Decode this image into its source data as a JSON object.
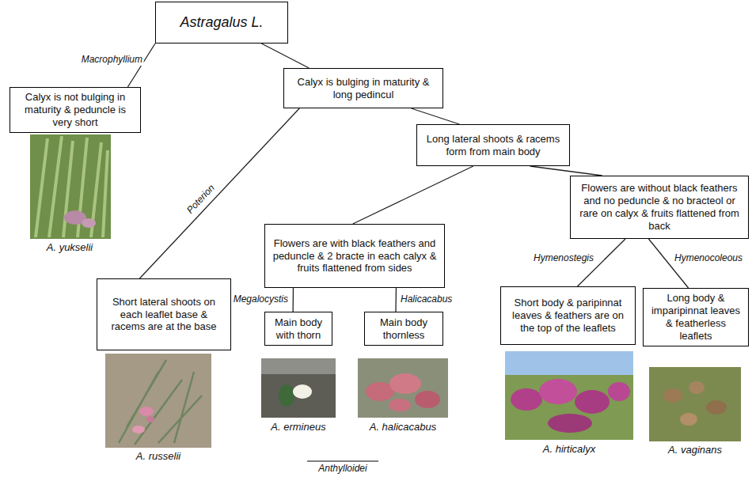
{
  "diagram": {
    "nodes": [
      {
        "text": [
          "Astragalus L."
        ]
      },
      {
        "text": [
          "Calyx is not bulging in maturity & peduncle is very short"
        ]
      },
      {
        "text": [
          "Calyx is bulging in maturity & long pedincul"
        ]
      },
      {
        "text": [
          "Long lateral shoots & racems form from main body"
        ]
      },
      {
        "text": [
          "Short lateral shoots on each leaflet base & racems are at the base"
        ]
      },
      {
        "text": [
          "Flowers are with black feathers and peduncle & 2 bracte in each calyx & fruits flattened from sides"
        ]
      },
      {
        "text": [
          "Flowers are without black feathers and no peduncle & no bracteol or rare on calyx & fruits flattened from back"
        ]
      },
      {
        "text": [
          "Main body with thorn"
        ]
      },
      {
        "text": [
          "Main body thornless"
        ]
      },
      {
        "text": [
          "Short body & paripinnat leaves & feathers are on the top of the leaflets"
        ]
      },
      {
        "text": [
          "Long body & imparipinnat leaves & featherless leaflets"
        ]
      }
    ],
    "edges": [
      {
        "from": 0,
        "to": 1,
        "arrow": "none",
        "label": "Macrophyllium"
      },
      {
        "from": 0,
        "to": 2,
        "arrow": "none"
      },
      {
        "from": 2,
        "to": 4,
        "arrow": "none",
        "label": "Poterion"
      },
      {
        "from": 2,
        "to": 3,
        "arrow": "none"
      },
      {
        "from": 3,
        "to": 5,
        "arrow": "none"
      },
      {
        "from": 3,
        "to": 6,
        "arrow": "none"
      },
      {
        "from": 5,
        "to": 7,
        "arrow": "none",
        "label": "Megalocystis"
      },
      {
        "from": 5,
        "to": 8,
        "arrow": "none",
        "label": "Halicacabus"
      },
      {
        "from": 6,
        "to": 9,
        "arrow": "none",
        "label": "Hymenostegis"
      },
      {
        "from": 6,
        "to": 10,
        "arrow": "none",
        "label": "Hymenocoleous"
      }
    ],
    "labels": [
      "A. yukselii",
      "A. russelii",
      "A. ermineus",
      "A. halicacabus",
      "A. hirticalyx",
      "A. vaginans",
      "Anthylloidei"
    ]
  }
}
